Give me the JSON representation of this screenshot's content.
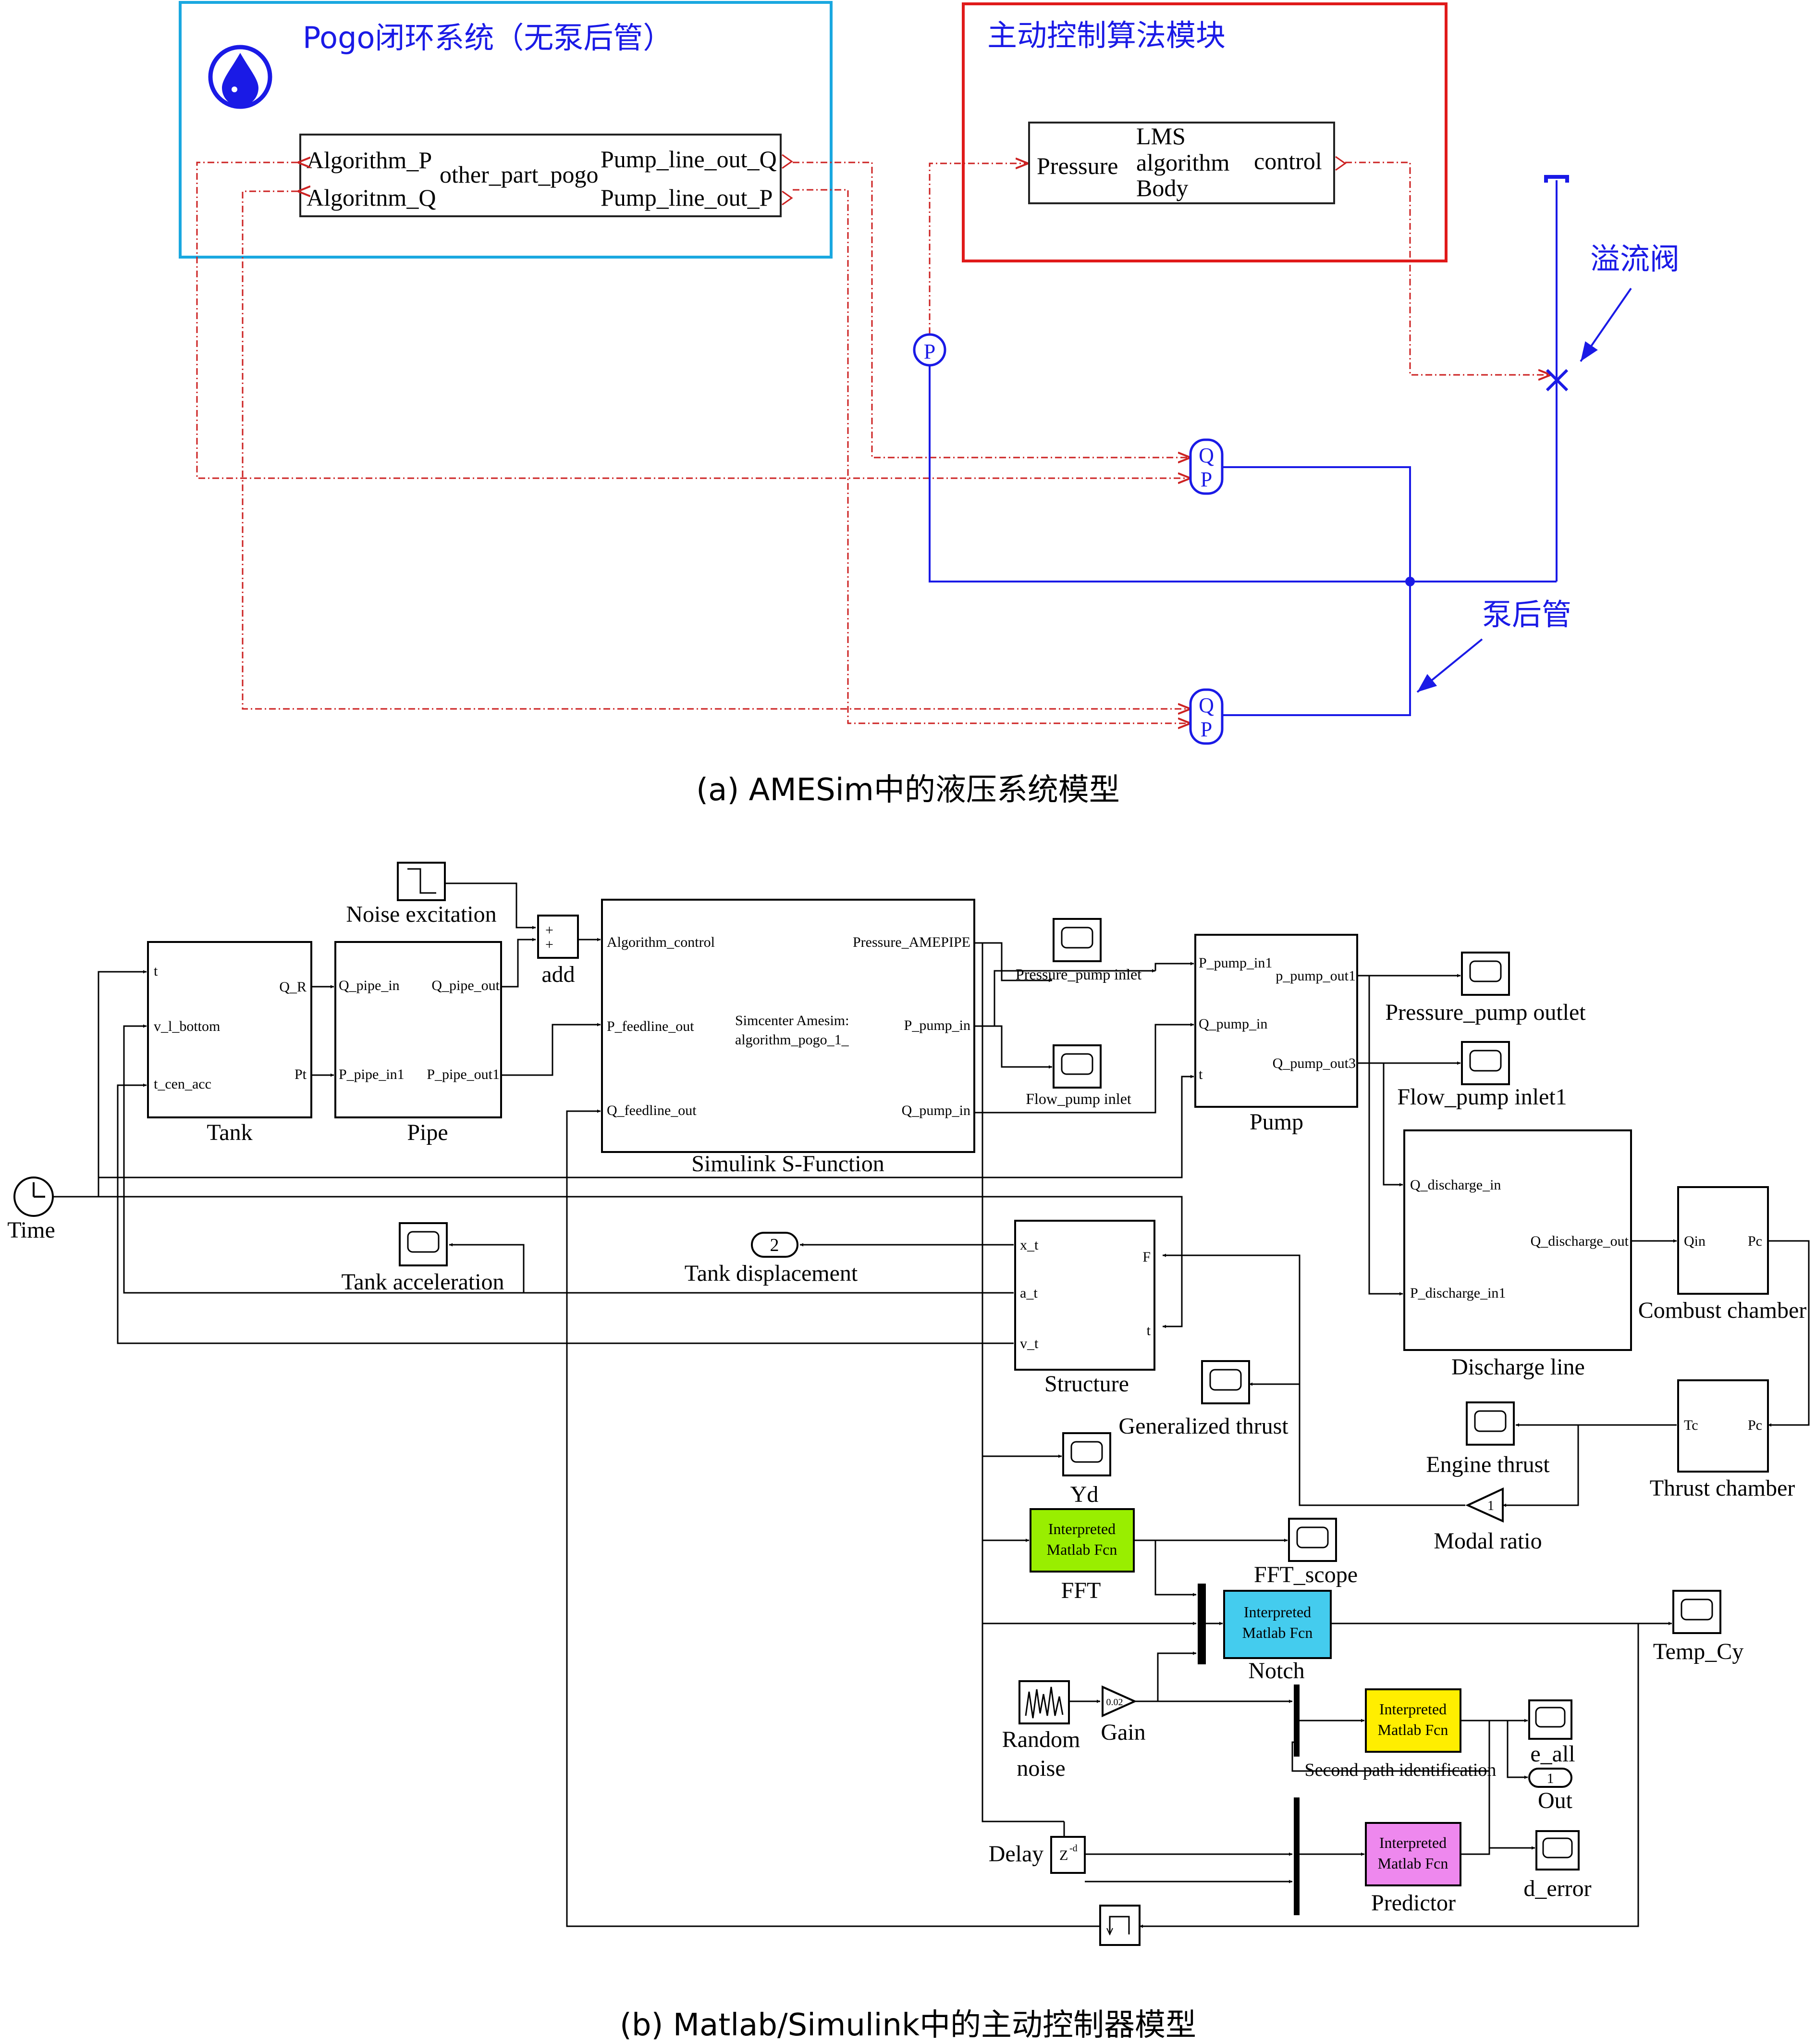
{
  "amesim": {
    "pogo_title": "Pogo闭环系统（无泵后管）",
    "algo_title": "主动控制算法模块",
    "pogo_block": {
      "in1": "Algorithm_P",
      "in2": "Algoritnm_Q",
      "name": "other_part_pogo",
      "out1": "Pump_line_out_Q",
      "out2": "Pump_line_out_P"
    },
    "lms_block": {
      "line1": "LMS",
      "line2": "algorithm",
      "line3": "Body",
      "in": "Pressure",
      "out": "control"
    },
    "relief_valve": "溢流阀",
    "after_pump_pipe": "泵后管",
    "sensor_p": "P",
    "sensor_q": "Q",
    "caption": "(a) AMESim中的液压系统模型"
  },
  "simulink": {
    "caption": "(b) Matlab/Simulink中的主动控制器模型",
    "time": "Time",
    "noise_excitation": "Noise excitation",
    "add": "add",
    "plus": "+",
    "tank": {
      "name": "Tank",
      "in1": "t",
      "in2": "v_l_bottom",
      "in3": "t_cen_acc",
      "out1": "Q_R",
      "out2": "Pt"
    },
    "pipe": {
      "name": "Pipe",
      "in1": "Q_pipe_in",
      "in2": "P_pipe_in1",
      "out1": "Q_pipe_out",
      "out2": "P_pipe_out1"
    },
    "sfunc": {
      "name": "Simulink S-Function",
      "in1": "Algorithm_control",
      "in2": "P_feedline_out",
      "in3": "Q_feedline_out",
      "out1": "Pressure_AMEPIPE",
      "out2": "P_pump_in",
      "out3": "Q_pump_in",
      "body1": "Simcenter Amesim:",
      "body2": "algorithm_pogo_1_"
    },
    "scope_pressure_pump_inlet": "Pressure_pump inlet",
    "scope_flow_pump_inlet": "Flow_pump inlet",
    "pump": {
      "name": "Pump",
      "in1": "P_pump_in1",
      "in2": "Q_pump_in",
      "in3": "t",
      "out1": "p_pump_out1",
      "out2": "Q_pump_out3"
    },
    "scope_pressure_pump_outlet": "Pressure_pump outlet",
    "scope_flow_pump_inlet1": "Flow_pump inlet1",
    "discharge": {
      "name": "Discharge line",
      "in1": "Q_discharge_in",
      "in2": "P_discharge_in1",
      "out": "Q_discharge_out"
    },
    "combust": {
      "name": "Combust chamber",
      "in": "Qin",
      "out": "Pc"
    },
    "thrust": {
      "name": "Thrust chamber",
      "in": "Pc",
      "out": "Tc"
    },
    "scope_tank_acc": "Tank acceleration",
    "tank_disp_port": "2",
    "tank_disp": "Tank displacement",
    "structure": {
      "name": "Structure",
      "in1": "x_t",
      "in2": "a_t",
      "in3": "v_t",
      "p1": "F",
      "p2": "t"
    },
    "scope_gen_thrust": "Generalized thrust",
    "scope_engine_thrust": "Engine thrust",
    "modal_ratio": "Modal ratio",
    "modal_ratio_val": "1",
    "scope_yd": "Yd",
    "fcn_text1": "Interpreted",
    "fcn_text2": "Matlab Fcn",
    "fft": "FFT",
    "fft_scope": "FFT_scope",
    "notch": "Notch",
    "temp_cy": "Temp_Cy",
    "random_noise": "Random",
    "random_noise2": "noise",
    "gain": "Gain",
    "gain_val": "0.02",
    "second_path": "Second path identification",
    "e_all": "e_all",
    "out_port": "1",
    "out": "Out",
    "delay": "Delay",
    "delay_sym": "Z",
    "delay_sup": "-d",
    "predictor": "Predictor",
    "d_error": "d_error",
    "colors": {
      "fft": "#99ee00",
      "notch": "#44ccee",
      "second_path": "#ffee00",
      "predictor": "#ee88ee",
      "amesim_blue": "#1a1ae6",
      "signal_red": "#cc2222",
      "pogo_box": "#1aa8e0",
      "algo_box": "#e01a1a"
    }
  }
}
